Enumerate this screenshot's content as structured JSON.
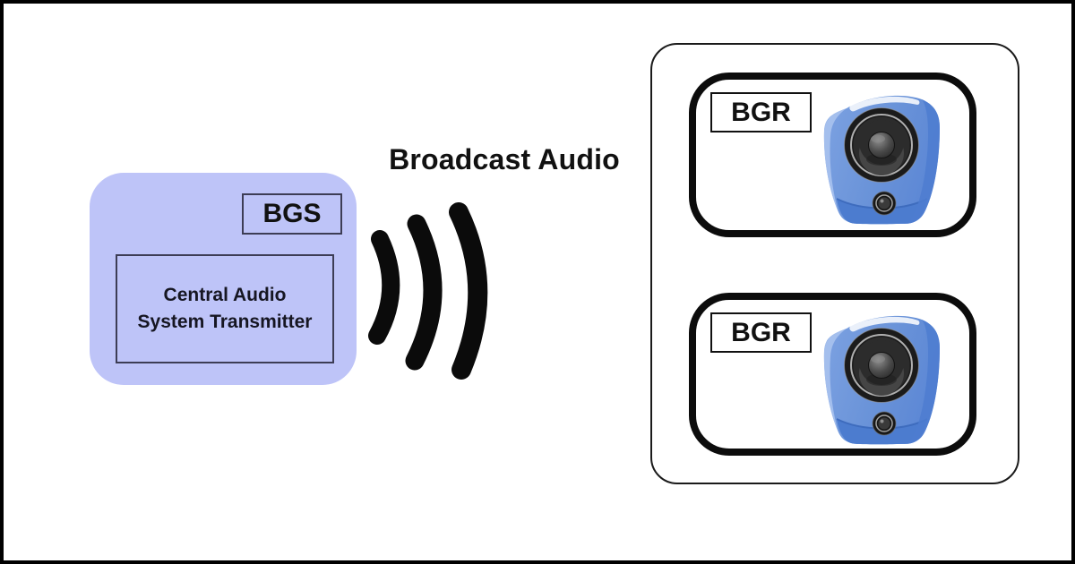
{
  "page": {
    "background": "#ffffff",
    "border_color": "#000000"
  },
  "title": {
    "text": "Broadcast Audio"
  },
  "transmitter": {
    "tag": "BGS",
    "name_line1": "Central Audio",
    "name_line2": "System Transmitter",
    "fill_color": "#bec4f8",
    "box_border_color": "#3d3d55"
  },
  "receivers": [
    {
      "tag": "BGR"
    },
    {
      "tag": "BGR"
    }
  ],
  "icons": {
    "broadcast_waves": "three-sound-wave-arcs",
    "speaker": "blue-loudspeaker"
  },
  "colors": {
    "wave_black": "#0b0b0b",
    "speaker_body_blue": "#6b94d9",
    "speaker_base_blue": "#4c7ccf",
    "speaker_highlight_blue": "#a9c2ee",
    "woofer_dark": "#1b1b1b"
  }
}
